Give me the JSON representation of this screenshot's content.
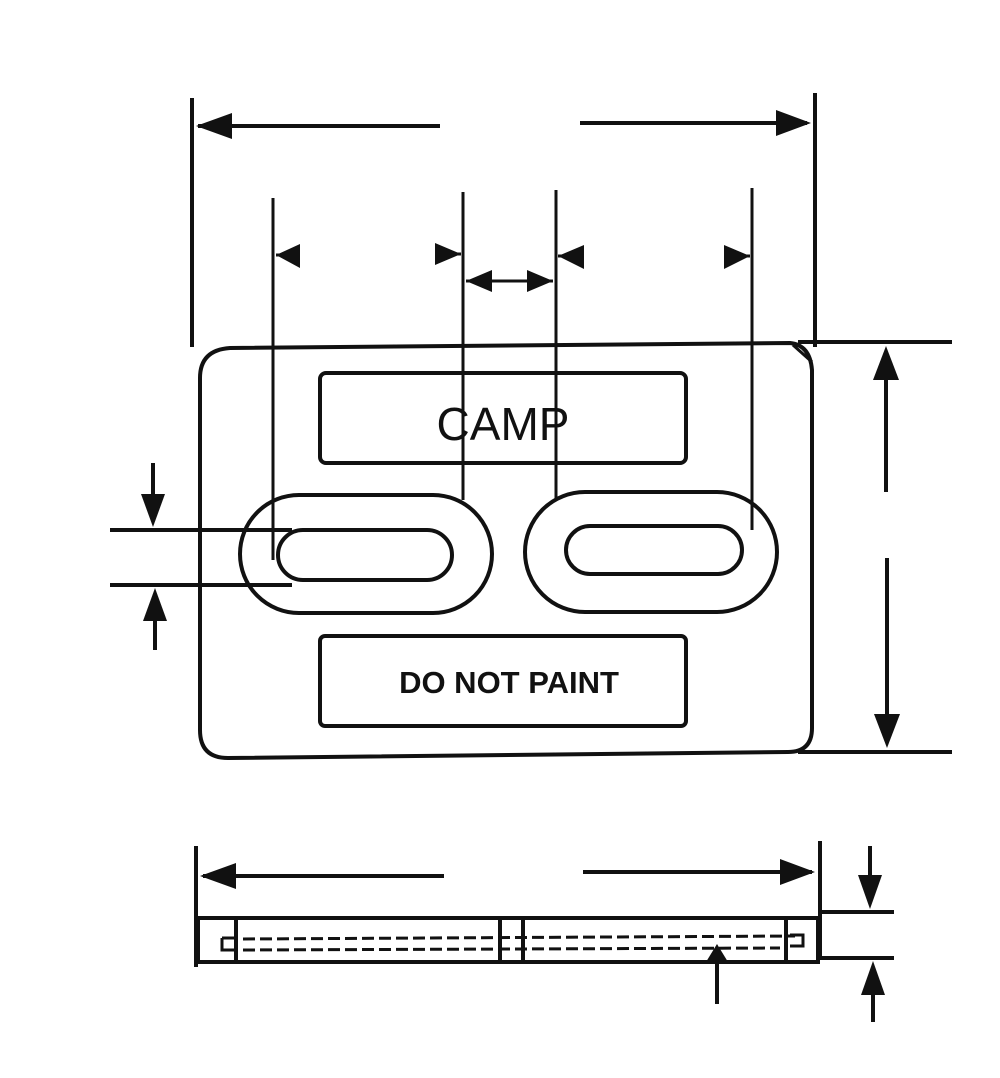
{
  "diagram": {
    "type": "technical-dimension-drawing",
    "plate_top_view": {
      "label_top": "CAMP",
      "label_bottom": "DO NOT PAINT",
      "slots": 2
    },
    "side_view": {
      "hidden_lines": "dashed"
    },
    "colors": {
      "line": "#111111",
      "background": "#ffffff"
    }
  }
}
